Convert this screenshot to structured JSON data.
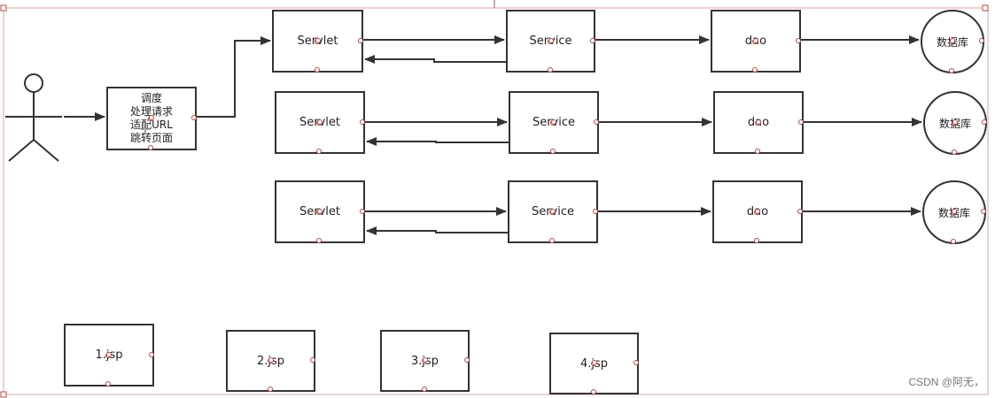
{
  "diagram": {
    "dispatcher_lines": [
      "调度",
      "处理请求",
      "适配URL",
      "跳转页面"
    ],
    "rows": [
      {
        "servlet": "Servlet",
        "service": "Service",
        "dao": "dao",
        "db": "数据库"
      },
      {
        "servlet": "Servlet",
        "service": "Service",
        "dao": "dao",
        "db": "数据库"
      },
      {
        "servlet": "Servlet",
        "service": "Service",
        "dao": "dao",
        "db": "数据库"
      }
    ],
    "jsp_pages": [
      "1.jsp",
      "2.jsp",
      "3.jsp",
      "4.jsp"
    ],
    "colors": {
      "stroke": "#333333",
      "handle": "#b04a4a",
      "frame": "#d9a6a6"
    }
  },
  "watermark": "CSDN @阿无，"
}
